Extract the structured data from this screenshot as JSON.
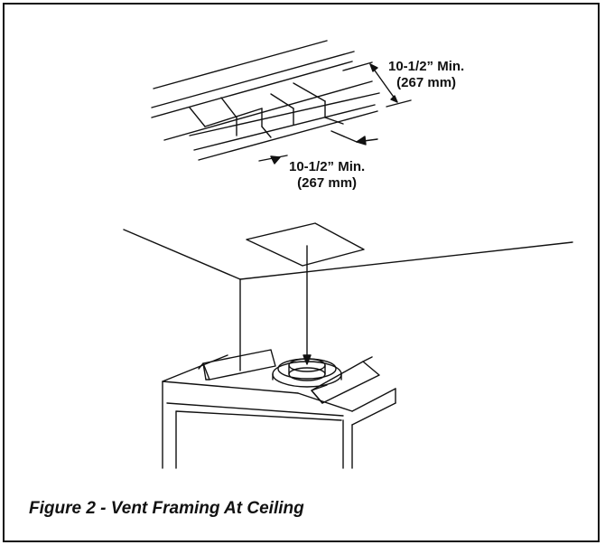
{
  "dimension_top": {
    "line1": "10-1/2” Min.",
    "line2": "(267 mm)"
  },
  "dimension_bottom": {
    "line1": "10-1/2” Min.",
    "line2": "(267 mm)"
  },
  "caption": "Figure 2 - Vent Framing At Ceiling",
  "colors": {
    "line": "#111111",
    "background": "#ffffff"
  }
}
